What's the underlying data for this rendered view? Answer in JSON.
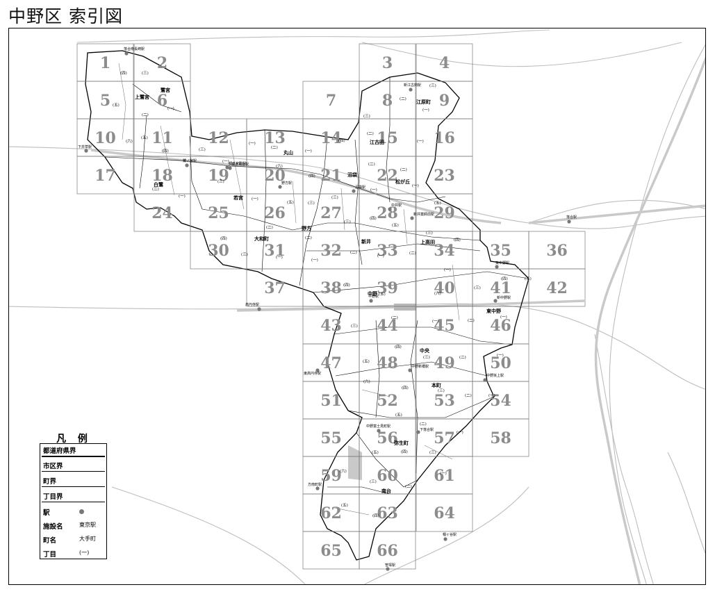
{
  "title": "中野区 索引図",
  "grid_cells": [
    {
      "n": "1"
    },
    {
      "n": "2"
    },
    {
      "n": "3"
    },
    {
      "n": "4"
    },
    {
      "n": "5"
    },
    {
      "n": "6"
    },
    {
      "n": "7"
    },
    {
      "n": "8"
    },
    {
      "n": "9"
    },
    {
      "n": "10"
    },
    {
      "n": "11"
    },
    {
      "n": "12"
    },
    {
      "n": "13"
    },
    {
      "n": "14"
    },
    {
      "n": "15"
    },
    {
      "n": "16"
    },
    {
      "n": "17"
    },
    {
      "n": "18"
    },
    {
      "n": "19"
    },
    {
      "n": "20"
    },
    {
      "n": "21"
    },
    {
      "n": "22"
    },
    {
      "n": "23"
    },
    {
      "n": "24"
    },
    {
      "n": "25"
    },
    {
      "n": "26"
    },
    {
      "n": "27"
    },
    {
      "n": "28"
    },
    {
      "n": "29"
    },
    {
      "n": "30"
    },
    {
      "n": "31"
    },
    {
      "n": "32"
    },
    {
      "n": "33"
    },
    {
      "n": "34"
    },
    {
      "n": "35"
    },
    {
      "n": "36"
    },
    {
      "n": "37"
    },
    {
      "n": "38"
    },
    {
      "n": "39"
    },
    {
      "n": "40"
    },
    {
      "n": "41"
    },
    {
      "n": "42"
    },
    {
      "n": "43"
    },
    {
      "n": "44"
    },
    {
      "n": "45"
    },
    {
      "n": "46"
    },
    {
      "n": "47"
    },
    {
      "n": "48"
    },
    {
      "n": "49"
    },
    {
      "n": "50"
    },
    {
      "n": "51"
    },
    {
      "n": "52"
    },
    {
      "n": "53"
    },
    {
      "n": "54"
    },
    {
      "n": "55"
    },
    {
      "n": "56"
    },
    {
      "n": "57"
    },
    {
      "n": "58"
    },
    {
      "n": "59"
    },
    {
      "n": "60"
    },
    {
      "n": "61"
    },
    {
      "n": "62"
    },
    {
      "n": "63"
    },
    {
      "n": "64"
    },
    {
      "n": "65"
    },
    {
      "n": "66"
    }
  ],
  "towns": [
    "上鷺宮",
    "鷺宮",
    "白鷺",
    "丸山",
    "江原町",
    "江古田",
    "松が丘",
    "沼袋",
    "若宮",
    "大和町",
    "野方",
    "新井",
    "上高田",
    "中野",
    "東中野",
    "中央",
    "本町",
    "弥生町",
    "南台"
  ],
  "stations": [
    "下井草駅",
    "鷺ノ宮駅",
    "都立家政駅",
    "野方駅",
    "沼袋駅",
    "新井薬師前駅",
    "落合駅",
    "東中野駅",
    "中野駅",
    "高円寺駅",
    "新中野駅",
    "東高円寺駅",
    "中野新橋駅",
    "中野坂上駅",
    "中野富士見町駅",
    "方南町駅",
    "幡ヶ谷駅",
    "笹塚駅",
    "落合南長崎駅",
    "新江古田駅",
    "下落合駅",
    "富士見台駅",
    "中井駅"
  ],
  "chome": [
    "(一)",
    "(二)",
    "(三)",
    "(四)",
    "(五)",
    "(六)"
  ],
  "legend": {
    "title": "凡 例",
    "prefecture": "都道府県界",
    "ward": "市区界",
    "town": "町界",
    "chome": "丁目界",
    "station": "駅",
    "facility": "施設名",
    "facility_example": "東京駅",
    "town_label": "町名",
    "town_example": "大手町",
    "chome_label": "丁目",
    "chome_example": "(一)"
  },
  "colors": {
    "grid_number": "#8c8c8c",
    "rail": "#c9c9c9",
    "boundary": "#000000",
    "road": "#bdbdbd"
  }
}
